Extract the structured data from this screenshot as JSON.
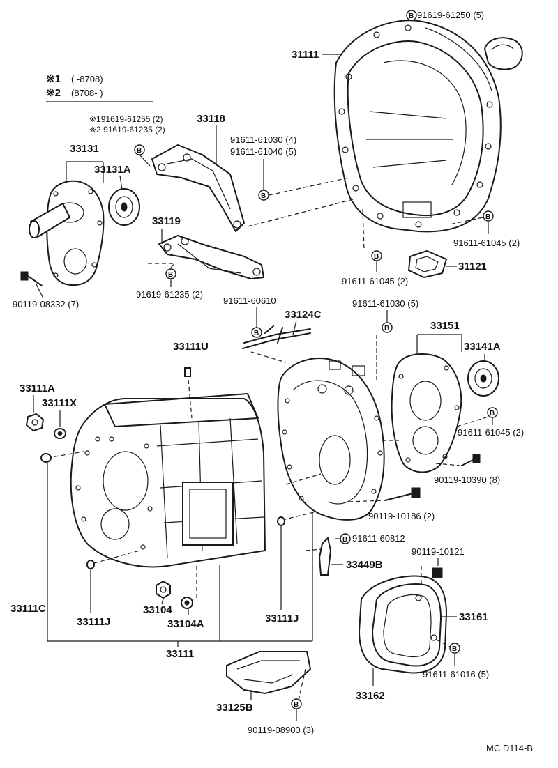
{
  "legend": {
    "row1_mark": "※1",
    "row1_range": "(      -8708)",
    "row2_mark": "※2",
    "row2_range": "(8708-         )"
  },
  "bolt_mark": "B",
  "labels": {
    "p31111_top": "31111",
    "p91619_61250": "91619-61250 (5)",
    "p33118": "33118",
    "p33131": "33131",
    "p33131A": "33131A",
    "p91619_61255": "※191619-61255 (2)",
    "p91619_61235_a": "※2 91619-61235 (2)",
    "p91611_61030_4": "91611-61030 (4)",
    "p91611_61040_5": "91611-61040 (5)",
    "p33119": "33119",
    "p91619_61235_b": "91619-61235 (2)",
    "p90119_08332": "90119-08332 (7)",
    "p91611_61045_r": "91611-61045 (2)",
    "p91611_61045_c": "91611-61045 (2)",
    "p31121": "31121",
    "p91611_60610": "91611-60610",
    "p33124C": "33124C",
    "p91611_61030_5": "91611-61030 (5)",
    "p33151": "33151",
    "p33141A": "33141A",
    "p33111U": "33111U",
    "p33111A": "33111A",
    "p33111X": "33111X",
    "p91611_61045_m": "91611-61045 (2)",
    "p90119_10390": "90119-10390 (8)",
    "p90119_10186": "90119-10186 (2)",
    "p91611_60812": "91611-60812",
    "p90119_10121": "90119-10121",
    "p33449B": "33449B",
    "p33161": "33161",
    "p33111C": "33111C",
    "p33111J_l": "33111J",
    "p33104": "33104",
    "p33104A": "33104A",
    "p33111J_r": "33111J",
    "p33111_bottom": "33111",
    "p91611_61016": "91611-61016 (5)",
    "p33125B": "33125B",
    "p33162": "33162",
    "p90119_08900": "90119-08900 (3)",
    "diagram_code": "MC D114-B"
  }
}
